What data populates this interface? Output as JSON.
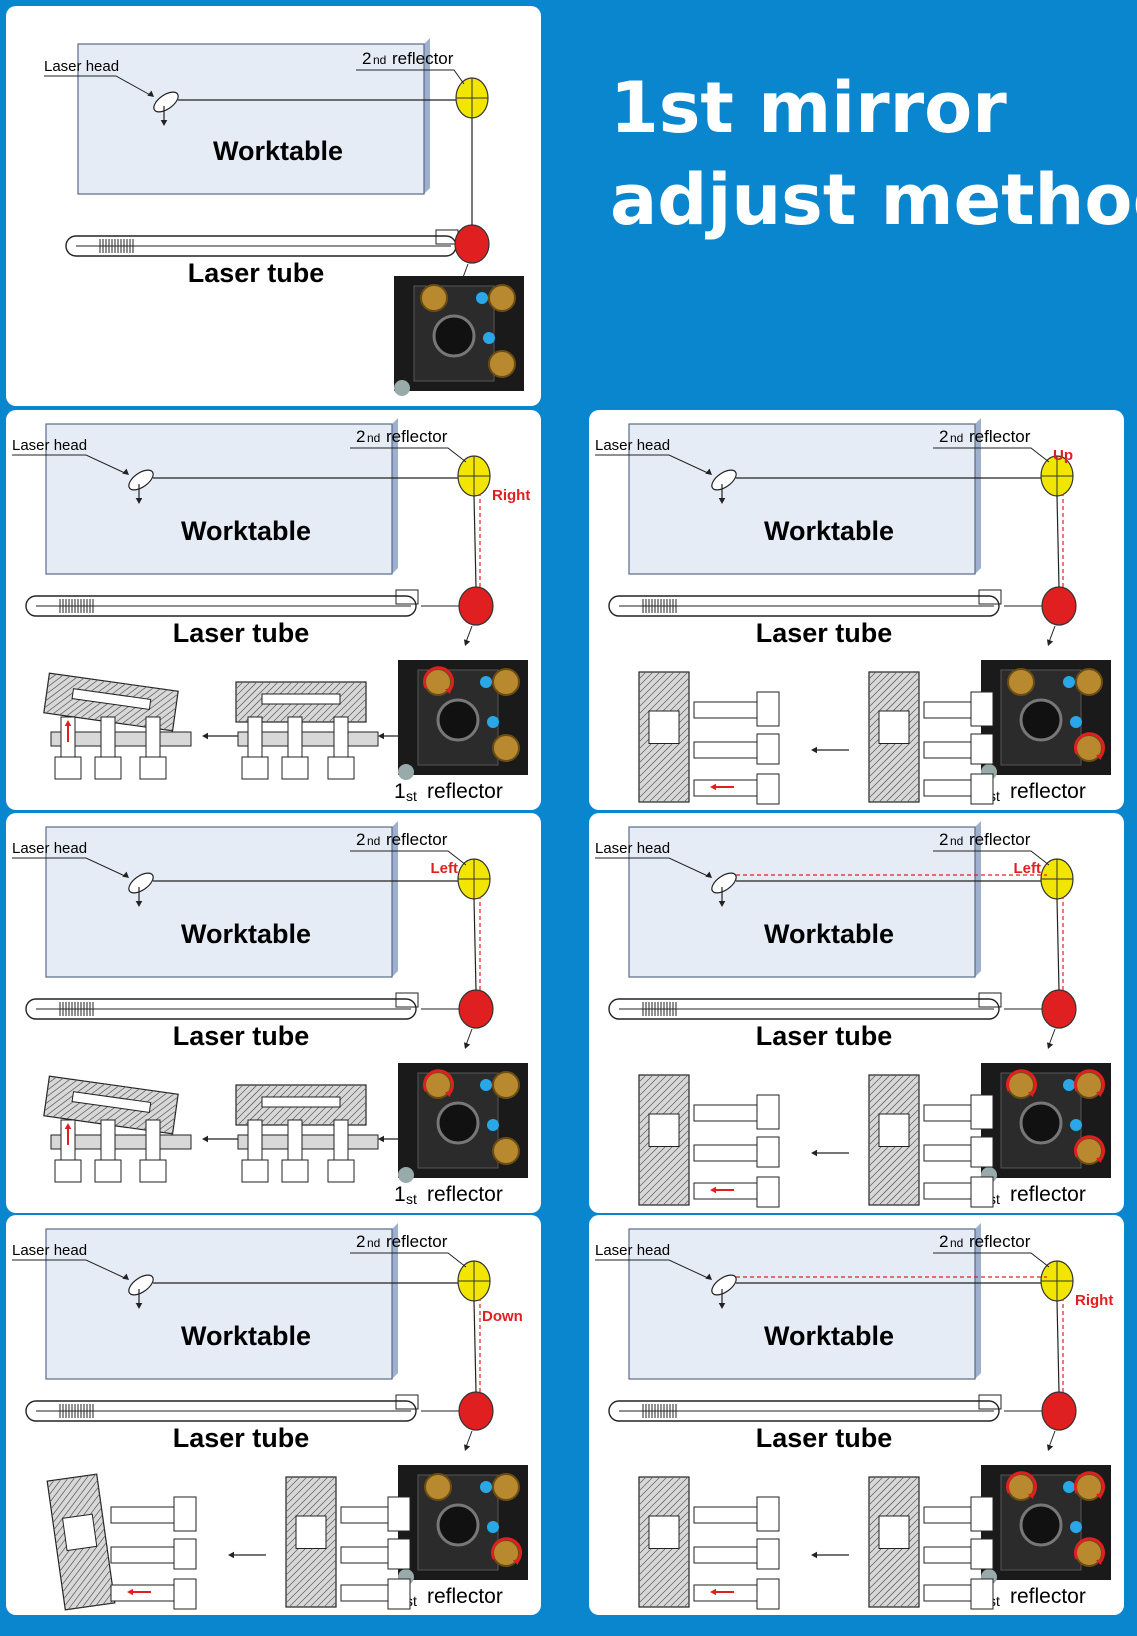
{
  "title": {
    "line1": "1st mirror",
    "line2": "adjust method"
  },
  "labels": {
    "laser_head": "Laser head",
    "worktable": "Worktable",
    "laser_tube": "Laser tube",
    "reflector2_num": "2",
    "reflector2_sub": "nd",
    "reflector2_word": "reflector",
    "reflector1_num": "1",
    "reflector1_sub": "st",
    "reflector1_word": "reflector"
  },
  "colors": {
    "background": "#0a86cf",
    "mirror2": "#f2e600",
    "mirror1": "#e02020",
    "worktable": "#e6ecf6",
    "arrow": "#e02020"
  },
  "panels": [
    {
      "id": "overview",
      "direction": "",
      "variant": "overview",
      "shows_1st_label": false
    },
    {
      "id": "adjust-right-1",
      "direction": "Right",
      "variant": "tiltA",
      "shows_1st_label": true
    },
    {
      "id": "adjust-up",
      "direction": "Up",
      "variant": "shiftB",
      "shows_1st_label": true
    },
    {
      "id": "adjust-left-1",
      "direction": "Left",
      "variant": "tiltA",
      "shows_1st_label": true
    },
    {
      "id": "adjust-left-2",
      "direction": "Left",
      "variant": "shiftB",
      "shows_1st_label": true
    },
    {
      "id": "adjust-down",
      "direction": "Down",
      "variant": "tiltB",
      "shows_1st_label": true
    },
    {
      "id": "adjust-right-2",
      "direction": "Right",
      "variant": "shiftB",
      "shows_1st_label": true
    }
  ]
}
